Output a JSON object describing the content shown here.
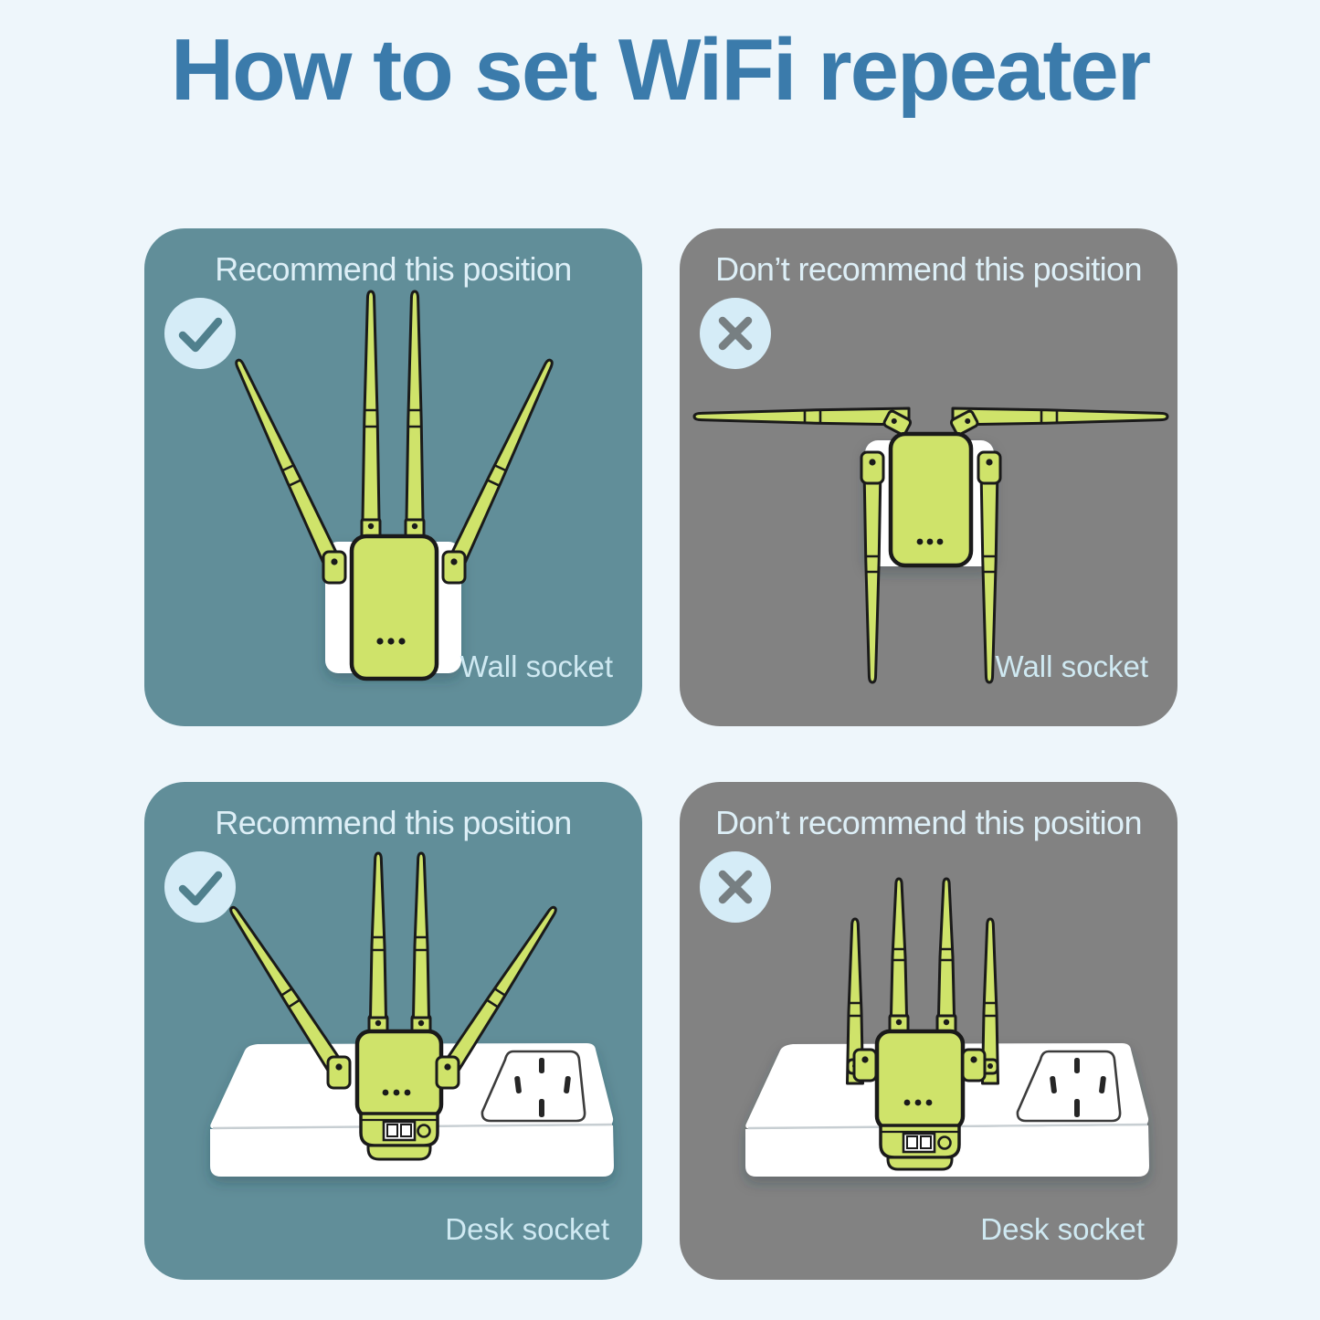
{
  "page": {
    "title": "How to set WiFi repeater"
  },
  "panels": [
    {
      "id": "wall-recommended",
      "heading": "Recommend this position",
      "icon": "check-icon",
      "label": "Wall socket",
      "status": "recommended"
    },
    {
      "id": "wall-not-recommended",
      "heading": "Don’t recommend this position",
      "icon": "cross-icon",
      "label": "Wall socket",
      "status": "not-recommended"
    },
    {
      "id": "desk-recommended",
      "heading": "Recommend this position",
      "icon": "check-icon",
      "label": "Desk socket",
      "status": "recommended"
    },
    {
      "id": "desk-not-recommended",
      "heading": "Don’t recommend this position",
      "icon": "cross-icon",
      "label": "Desk socket",
      "status": "not-recommended"
    }
  ],
  "colors": {
    "page_background": "#eef6fb",
    "title_text": "#3b7bab",
    "recommended_panel": "#618e99",
    "not_recommended_panel": "#828282",
    "panel_heading_text": "#ddeff7",
    "socket_label_text": "#cfe9f2",
    "badge_background": "#d5ecf7",
    "check_mark": "#50808d",
    "cross_mark": "#777f82",
    "device_green": "#cfe36a",
    "device_outline": "#1a1a1a",
    "socket_white": "#ffffff"
  }
}
